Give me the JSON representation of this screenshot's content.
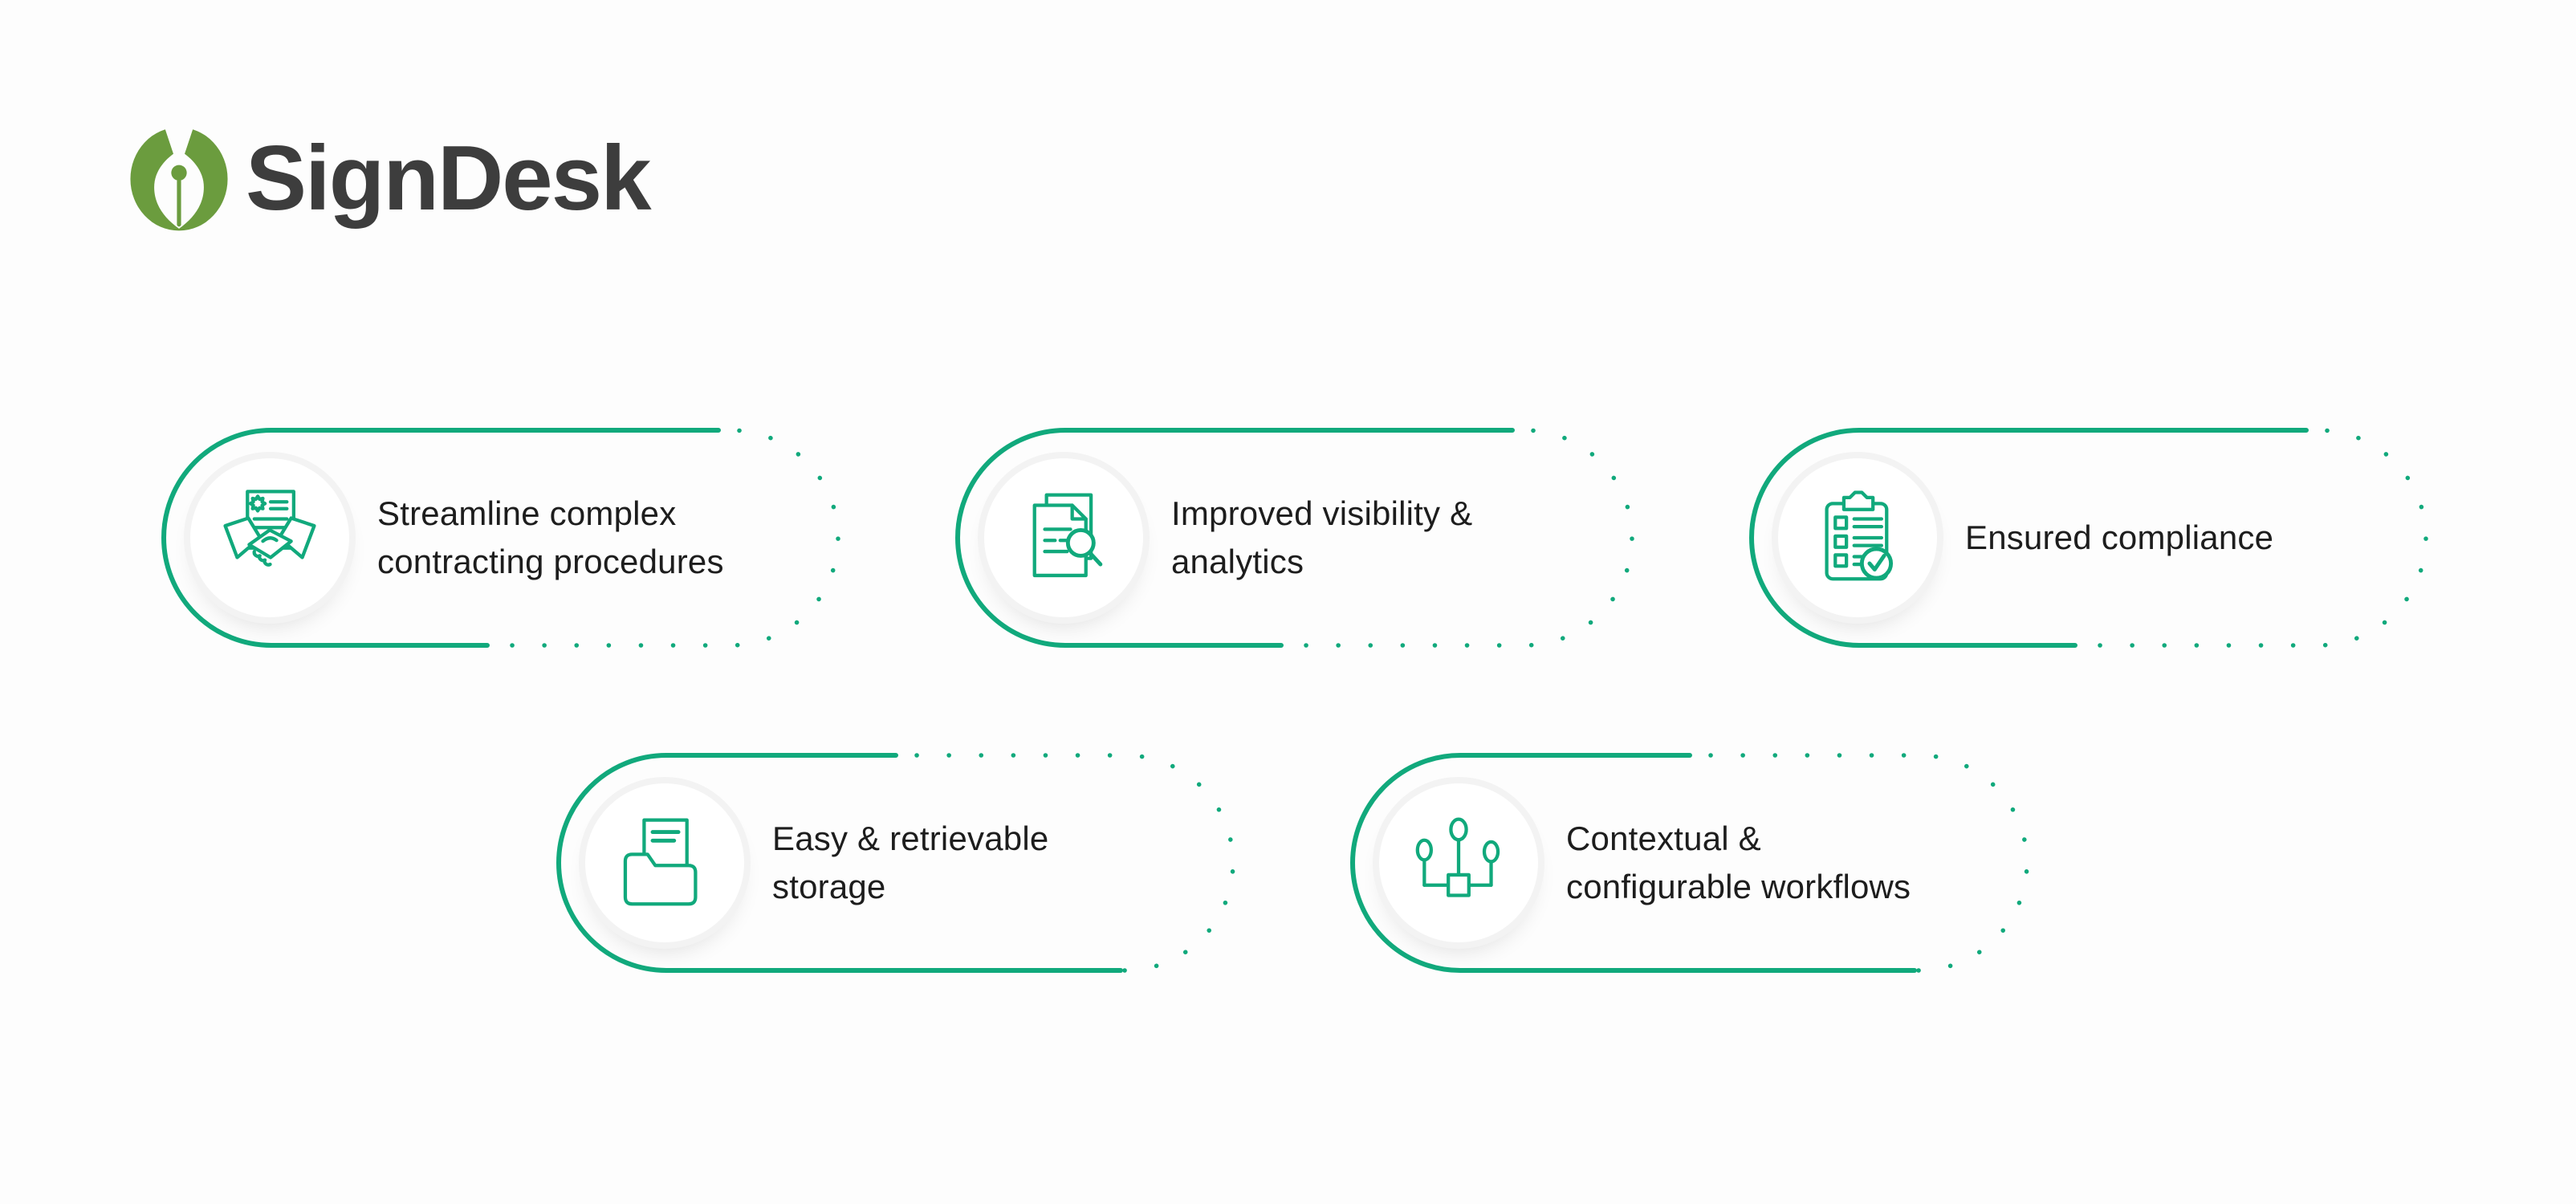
{
  "colors": {
    "accent": "#11a97c",
    "logoGreen": "#6b9c3e",
    "heading": "#3d3d3d",
    "text": "#1d1d1d",
    "pageBg": "#fdfdfd",
    "badgeBg": "#ffffff",
    "badgeRing": "#f3f3f3"
  },
  "logo": {
    "brand": "SignDesk",
    "icon": "pen-nib-icon"
  },
  "cards": [
    {
      "title": "Streamline complex contracting procedures",
      "lines": [
        "Streamline complex",
        "contracting procedures"
      ],
      "icon": "contract-handshake-icon"
    },
    {
      "title": "Improved visibility & analytics",
      "lines": [
        "Improved visibility &",
        "analytics"
      ],
      "icon": "document-search-icon"
    },
    {
      "title": "Ensured compliance",
      "lines": [
        "Ensured compliance"
      ],
      "icon": "compliance-checklist-icon"
    },
    {
      "title": "Easy & retrievable storage",
      "lines": [
        "Easy & retrievable",
        "storage"
      ],
      "icon": "folder-storage-icon"
    },
    {
      "title": "Contextual & configurable workflows",
      "lines": [
        "Contextual &",
        "configurable workflows"
      ],
      "icon": "workflow-nodes-icon"
    }
  ]
}
